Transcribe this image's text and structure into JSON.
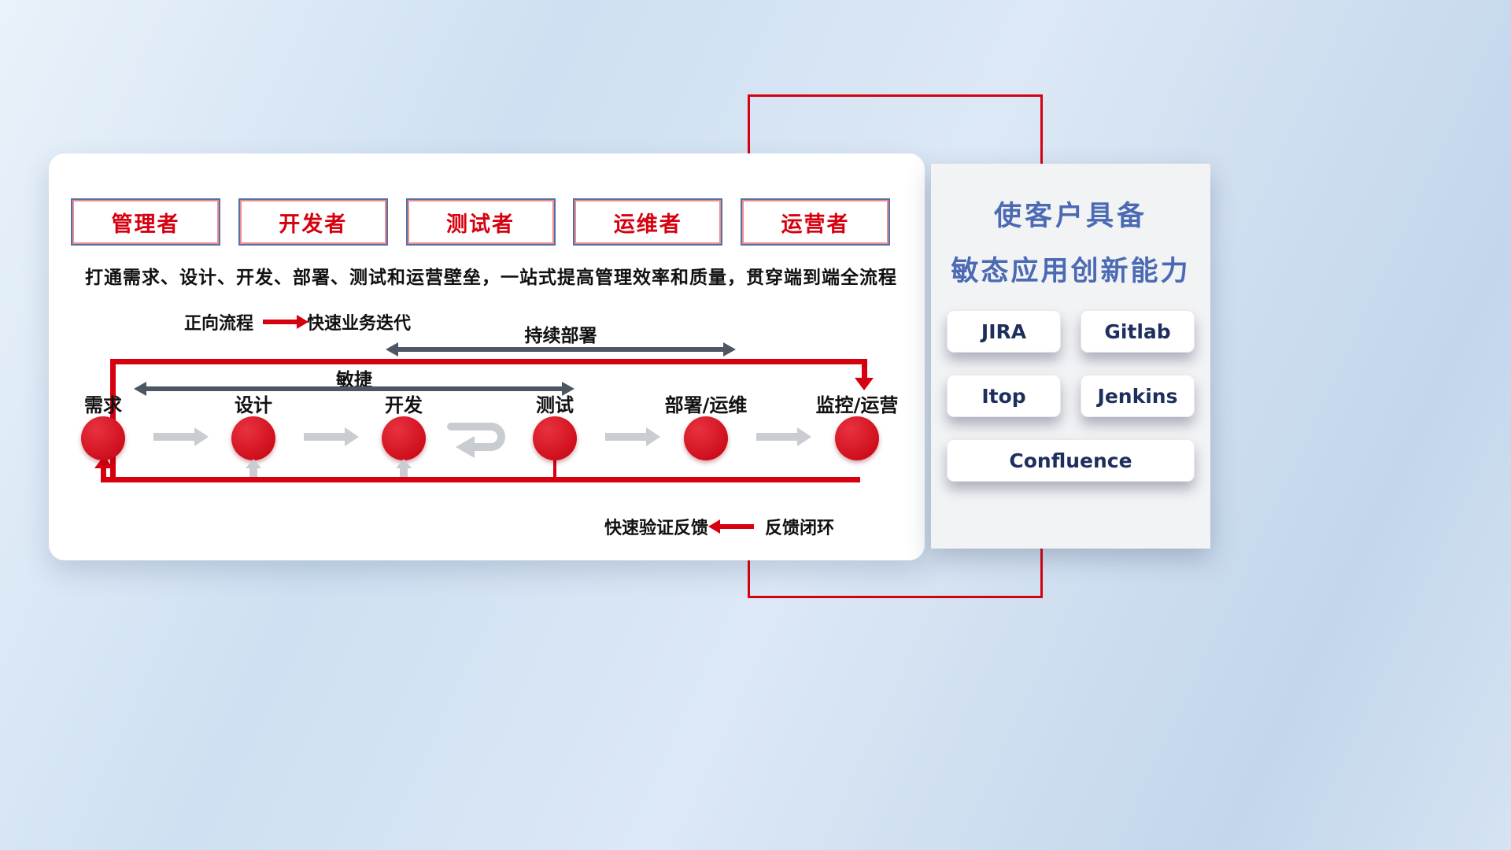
{
  "roles": {
    "items": [
      {
        "label": "管理者"
      },
      {
        "label": "开发者"
      },
      {
        "label": "测试者"
      },
      {
        "label": "运维者"
      },
      {
        "label": "运营者"
      }
    ]
  },
  "description": "打通需求、设计、开发、部署、测试和运营壁垒，一站式提高管理效率和质量，贯穿端到端全流程",
  "legend": {
    "forward_label": "正向流程",
    "forward_value": "快速业务迭代",
    "feedback_label": "快速验证反馈",
    "feedback_value": "反馈闭环"
  },
  "flow": {
    "continuous_deploy_label": "持续部署",
    "agile_label": "敏捷",
    "stages": [
      {
        "label": "需求"
      },
      {
        "label": "设计"
      },
      {
        "label": "开发"
      },
      {
        "label": "测试"
      },
      {
        "label": "部署/运维"
      },
      {
        "label": "监控/运营"
      }
    ]
  },
  "panel": {
    "title_line1": "使客户具备",
    "title_line2": "敏态应用创新能力",
    "tools": [
      {
        "name": "JIRA"
      },
      {
        "name": "Gitlab"
      },
      {
        "name": "Itop"
      },
      {
        "name": "Jenkins"
      },
      {
        "name": "Confluence"
      }
    ]
  },
  "colors": {
    "accent_red": "#d7000f",
    "title_blue": "#4b6ab3",
    "tool_navy": "#1e2f5e",
    "arrow_dark": "#4d5663",
    "arrow_gray": "#c9ccd1"
  }
}
